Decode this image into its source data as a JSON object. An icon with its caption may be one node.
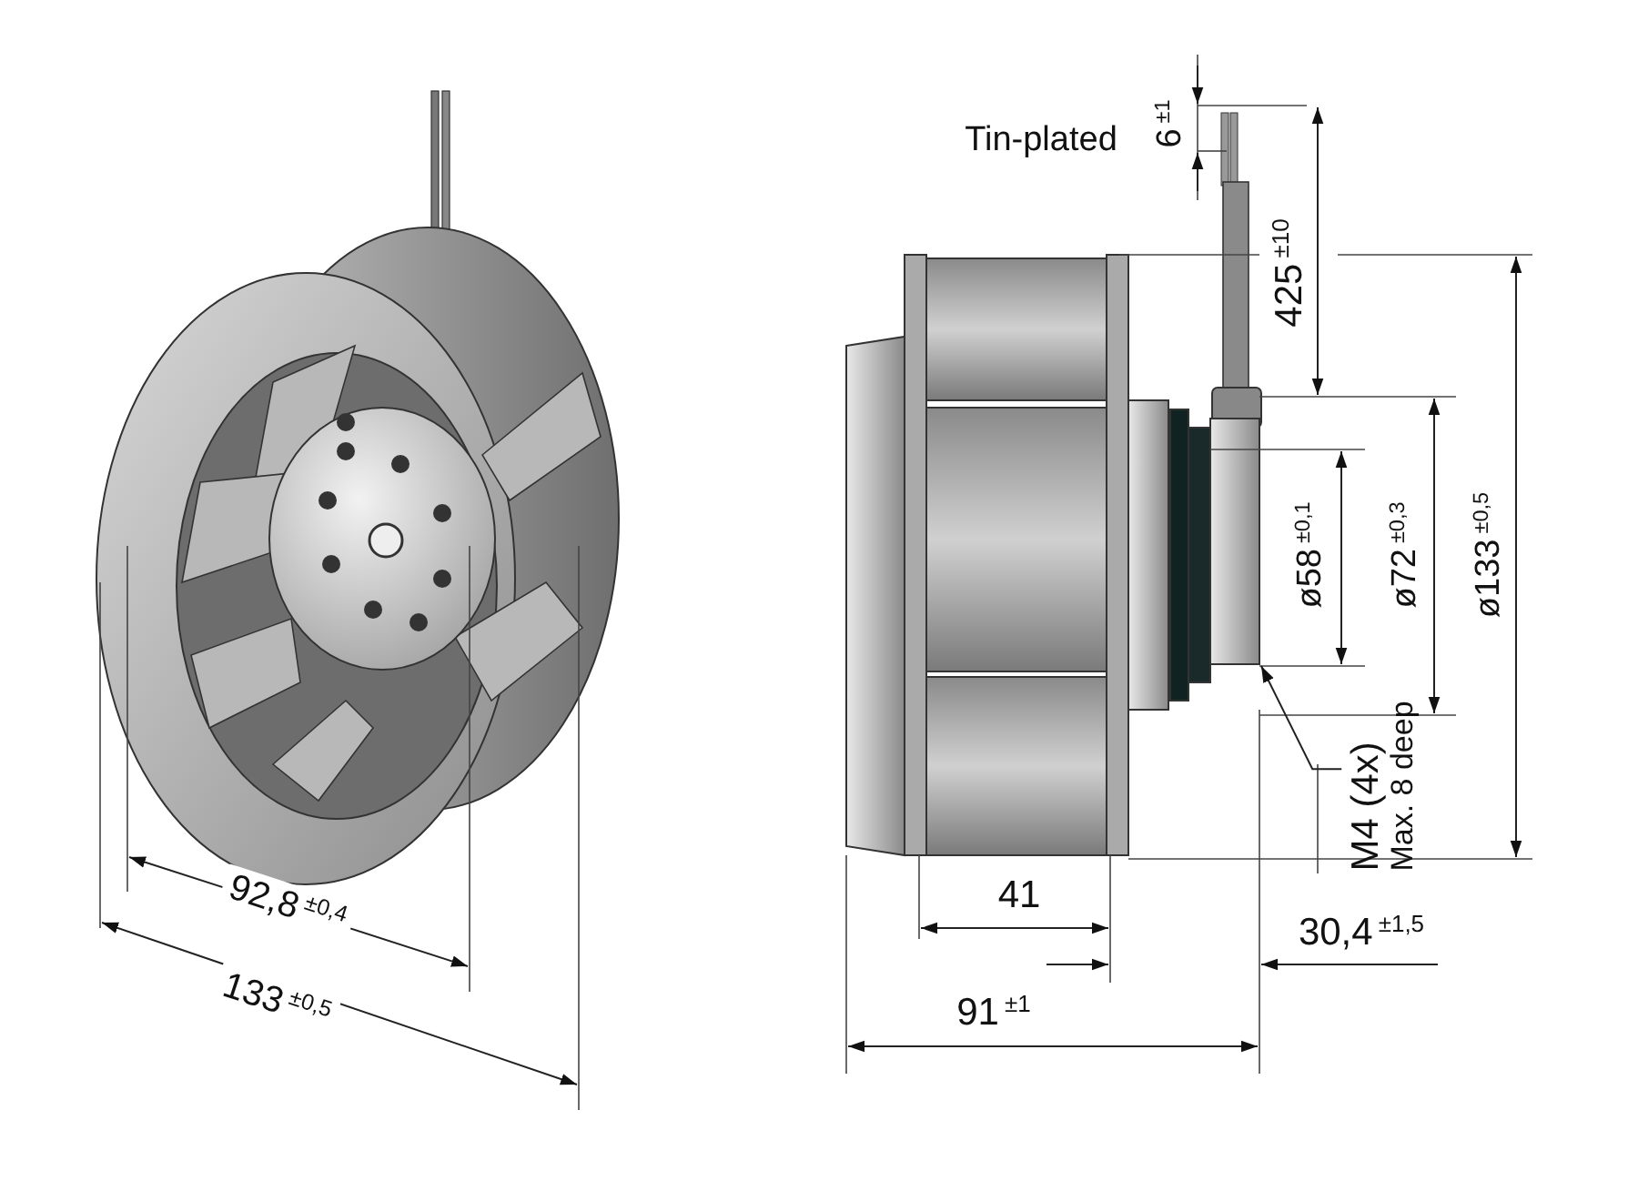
{
  "diagram": {
    "nodes": [
      {
        "text": [
          "M4 (4x)",
          "Max. 8 deep"
        ]
      },
      {
        "text": [],
        "shape": "box"
      }
    ],
    "edges": [
      {
        "from": 0,
        "to": 1,
        "arrow": "to"
      }
    ],
    "labels": [
      "Tin-plated",
      "6$^{±1}$",
      "425$^{±10}$",
      "ø58$^{±0,1}$",
      "ø72$^{±0,3}$",
      "ø133$^{±0,5}$",
      "41",
      "30,4$^{±1,5}$",
      "92,8$^{±0,4}$",
      "91$^{±1}$",
      "133$^{±0,5}$"
    ]
  }
}
